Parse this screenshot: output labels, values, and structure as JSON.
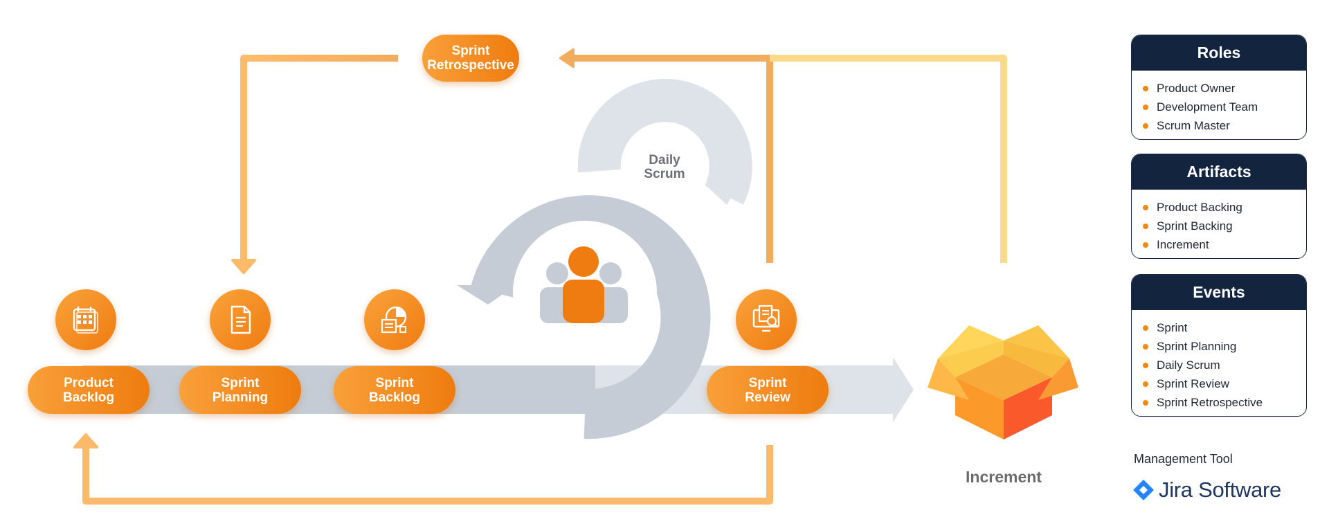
{
  "diagram": {
    "sprint_retrospective": "Sprint\nRetrospective",
    "daily_scrum": "Daily\nScrum",
    "stages": [
      {
        "label": "Product\nBacklog",
        "icon": "calendar-icon"
      },
      {
        "label": "Sprint\nPlanning",
        "icon": "document-icon"
      },
      {
        "label": "Sprint\nBacklog",
        "icon": "report-chart-icon"
      },
      {
        "label": "Sprint\nReview",
        "icon": "review-icon"
      }
    ],
    "increment": "Increment",
    "team_icon": "team-icon",
    "box_icon": "open-box-icon"
  },
  "panels": {
    "roles": {
      "title": "Roles",
      "items": [
        "Product Owner",
        "Development Team",
        "Scrum Master"
      ]
    },
    "artifacts": {
      "title": "Artifacts",
      "items": [
        "Product Backing",
        "Sprint Backing",
        "Increment"
      ]
    },
    "events": {
      "title": "Events",
      "items": [
        "Sprint",
        "Sprint Planning",
        "Daily Scrum",
        "Sprint Review",
        "Sprint Retrospective"
      ]
    }
  },
  "tool": {
    "label": "Management Tool",
    "name": "Jira Software",
    "logo_icon": "jira-logo-icon"
  },
  "colors": {
    "orange": "#f08a18",
    "navy": "#13243f",
    "grey": "#c5ccd5",
    "light_grey": "#dde3e8",
    "yellow": "#fad98a"
  }
}
